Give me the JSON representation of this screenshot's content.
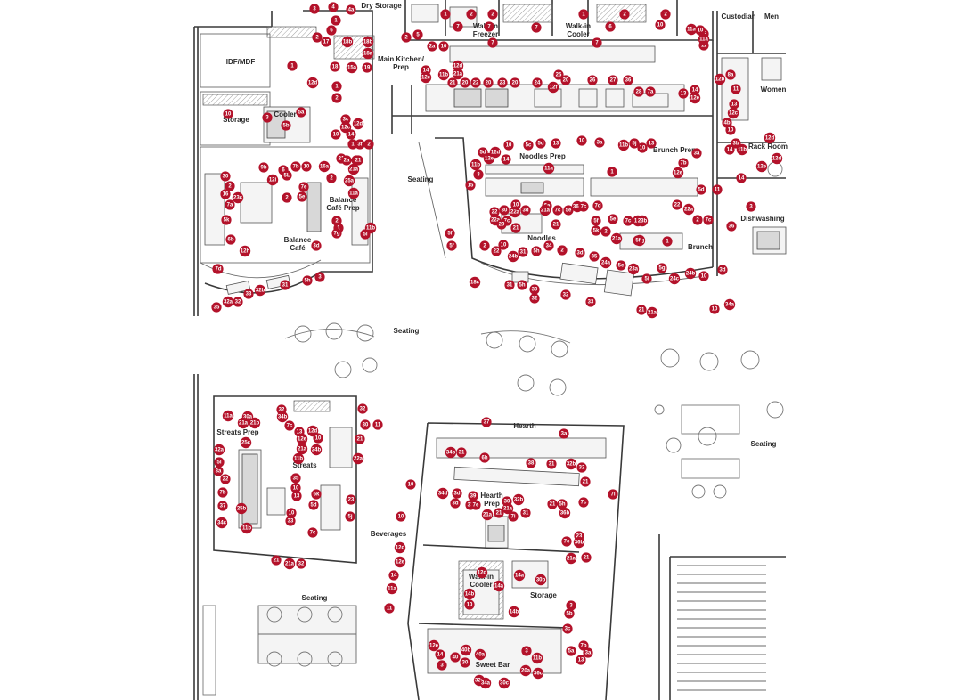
{
  "plan": {
    "colors": {
      "tag": "#b3122a",
      "tag_text": "#ffffff",
      "wall": "#3a3a3a",
      "label": "#2a2a2a",
      "background": "#ffffff"
    },
    "rooms": [
      {
        "id": "dry-storage",
        "lines": [
          "Dry Storage"
        ]
      },
      {
        "id": "walk-in-freezer",
        "lines": [
          "Walk-in",
          "Freezer"
        ]
      },
      {
        "id": "walk-in-cooler",
        "lines": [
          "Walk-in",
          "Cooler"
        ]
      },
      {
        "id": "custodian",
        "lines": [
          "Custodian"
        ]
      },
      {
        "id": "men",
        "lines": [
          "Men"
        ]
      },
      {
        "id": "idf-mdf",
        "lines": [
          "IDF/MDF"
        ]
      },
      {
        "id": "main-kitchen-prep",
        "lines": [
          "Main Kitchen/",
          "Prep"
        ]
      },
      {
        "id": "women",
        "lines": [
          "Women"
        ]
      },
      {
        "id": "storage-1",
        "lines": [
          "Storage"
        ]
      },
      {
        "id": "cooler",
        "lines": [
          "Cooler"
        ]
      },
      {
        "id": "rack-room",
        "lines": [
          "Rack Room"
        ]
      },
      {
        "id": "noodles-prep",
        "lines": [
          "Noodles Prep"
        ]
      },
      {
        "id": "brunch-prep",
        "lines": [
          "Brunch Prep"
        ]
      },
      {
        "id": "seating-1",
        "lines": [
          "Seating"
        ]
      },
      {
        "id": "balance-cafe-prep",
        "lines": [
          "Balance",
          "Café Prep"
        ]
      },
      {
        "id": "dishwashing",
        "lines": [
          "Dishwashing"
        ]
      },
      {
        "id": "noodles",
        "lines": [
          "Noodles"
        ]
      },
      {
        "id": "brunch",
        "lines": [
          "Brunch"
        ]
      },
      {
        "id": "balance-cafe",
        "lines": [
          "Balance",
          "Café"
        ]
      },
      {
        "id": "seating-2",
        "lines": [
          "Seating"
        ]
      },
      {
        "id": "streats-prep",
        "lines": [
          "Streats Prep"
        ]
      },
      {
        "id": "streats",
        "lines": [
          "Streats"
        ]
      },
      {
        "id": "hearth",
        "lines": [
          "Hearth"
        ]
      },
      {
        "id": "hearth-prep",
        "lines": [
          "Hearth",
          "Prep"
        ]
      },
      {
        "id": "seating-3",
        "lines": [
          "Seating"
        ]
      },
      {
        "id": "beverages",
        "lines": [
          "Beverages"
        ]
      },
      {
        "id": "walk-in-cooler-2",
        "lines": [
          "Walk-in",
          "Cooler"
        ]
      },
      {
        "id": "storage-2",
        "lines": [
          "Storage"
        ]
      },
      {
        "id": "seating-4",
        "lines": [
          "Seating"
        ]
      },
      {
        "id": "sweet-bar",
        "lines": [
          "Sweet Bar"
        ]
      }
    ],
    "tags": [
      "3",
      "4",
      "4a",
      "2",
      "1",
      "6",
      "7",
      "1",
      "2",
      "2",
      "7",
      "7",
      "6",
      "2",
      "1",
      "10",
      "2",
      "2",
      "5",
      "17",
      "18",
      "18b",
      "18b",
      "18a",
      "15a",
      "19",
      "2a",
      "10",
      "11a",
      "12",
      "11",
      "1",
      "7",
      "7",
      "12b",
      "8a",
      "11b",
      "14",
      "12e",
      "12d",
      "21a",
      "21",
      "20",
      "22",
      "20",
      "23",
      "20",
      "24",
      "25",
      "12f",
      "20",
      "26",
      "27",
      "36",
      "28",
      "7a",
      "13",
      "14",
      "12e",
      "12d",
      "1",
      "2",
      "10",
      "3",
      "5a",
      "5b",
      "3c",
      "12c",
      "12d",
      "14",
      "10",
      "1",
      "2",
      "10",
      "11a",
      "11",
      "13",
      "12c",
      "4b",
      "10",
      "2",
      "3f",
      "3e",
      "21",
      "2a",
      "21",
      "21a",
      "16a",
      "6",
      "7b",
      "10",
      "9b",
      "5L",
      "12i",
      "10",
      "5c",
      "5d",
      "13",
      "10",
      "3a",
      "5d",
      "12d",
      "12e",
      "14",
      "11b",
      "11a",
      "3",
      "11b",
      "5j",
      "13",
      "10",
      "3a",
      "7b",
      "12e",
      "12d",
      "14",
      "11b",
      "3b",
      "12e",
      "12d",
      "14",
      "1",
      "15",
      "2",
      "3",
      "30",
      "2",
      "16",
      "7a",
      "23c",
      "5l",
      "25a",
      "7e",
      "5e",
      "5d",
      "11",
      "11a",
      "2",
      "1",
      "7g",
      "11b",
      "12i",
      "12h",
      "6b",
      "5k",
      "7d",
      "22",
      "22a",
      "24b",
      "10",
      "3d",
      "30",
      "6e",
      "7c",
      "5e",
      "36a",
      "7c",
      "22",
      "22a",
      "7c",
      "29",
      "21",
      "21a",
      "7d",
      "5f",
      "2",
      "5e",
      "7c",
      "23b",
      "5k",
      "22",
      "22a",
      "2",
      "7c",
      "36",
      "12g",
      "21",
      "21a",
      "1",
      "5f",
      "5g",
      "7d",
      "5f",
      "5f",
      "2",
      "10",
      "31",
      "5h",
      "34",
      "2",
      "3d",
      "35",
      "24a",
      "5e",
      "23a",
      "5i",
      "24c",
      "24b",
      "10",
      "3d",
      "34a",
      "10",
      "18c",
      "31",
      "5h",
      "30",
      "32",
      "32",
      "33",
      "21",
      "21a",
      "35",
      "32a",
      "32",
      "33",
      "32b",
      "31",
      "5h",
      "3",
      "3d",
      "32",
      "34b",
      "32",
      "30",
      "11",
      "11a",
      "30a",
      "21a",
      "21b",
      "7c",
      "13",
      "12d",
      "12e",
      "10",
      "21",
      "25c",
      "21a",
      "24b",
      "32a",
      "11b",
      "22a",
      "5i",
      "3a",
      "22",
      "35",
      "10",
      "7b",
      "13",
      "6k",
      "23",
      "37",
      "5d",
      "25b",
      "10",
      "33",
      "5j",
      "34c",
      "11b",
      "7c",
      "21",
      "21a",
      "32",
      "37",
      "3a",
      "34b",
      "31",
      "6h",
      "31",
      "32b",
      "32",
      "38",
      "10",
      "34d",
      "3d",
      "3d",
      "33",
      "39",
      "32b",
      "30",
      "21a",
      "21",
      "21",
      "7i",
      "7e",
      "21a",
      "21",
      "7i",
      "31",
      "5h",
      "36b",
      "7c",
      "23",
      "7c",
      "36b",
      "21a",
      "21",
      "10",
      "12d",
      "12e",
      "14",
      "11a",
      "11",
      "14a",
      "14b",
      "10",
      "14b",
      "30b",
      "14a",
      "3",
      "5b",
      "3c",
      "3",
      "11b",
      "5a",
      "7b",
      "3a",
      "13",
      "12d",
      "12e",
      "14",
      "40",
      "40a",
      "40b",
      "3",
      "30",
      "32a",
      "20a",
      "36c",
      "30c",
      "34a",
      "10",
      "10",
      "5e",
      "5n",
      "5e",
      "6b"
    ]
  }
}
